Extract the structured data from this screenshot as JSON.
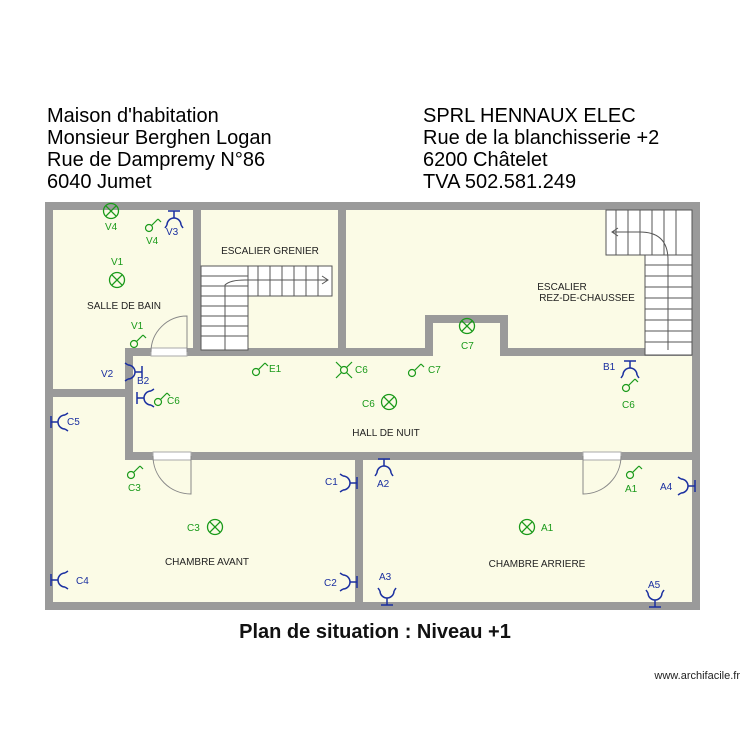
{
  "header_left": [
    "Maison d'habitation",
    "Monsieur Berghen Logan",
    "Rue de Dampremy N°86",
    "6040 Jumet"
  ],
  "header_right": [
    "SPRL HENNAUX ELEC",
    "Rue de la blanchisserie +2",
    "6200 Châtelet",
    "TVA 502.581.249"
  ],
  "rooms": {
    "salle_de_bain": "SALLE DE BAIN",
    "escalier_grenier": "ESCALIER GRENIER",
    "escalier_rdc_1": "ESCALIER",
    "escalier_rdc_2": "REZ-DE-CHAUSSEE",
    "hall_de_nuit": "HALL DE NUIT",
    "chambre_avant": "CHAMBRE AVANT",
    "chambre_arriere": "CHAMBRE ARRIERE"
  },
  "symbols": {
    "v4": "V4",
    "v3": "V3",
    "v1": "V1",
    "v2": "V2",
    "b2": "B2",
    "b1": "B1",
    "c1": "C1",
    "c2": "C2",
    "c3": "C3",
    "c4": "C4",
    "c5": "C5",
    "c6": "C6",
    "c7": "C7",
    "e1": "E1",
    "a1": "A1",
    "a2": "A2",
    "a3": "A3",
    "a4": "A4",
    "a5": "A5"
  },
  "plan_title": "Plan de situation : Niveau +1",
  "watermark": "www.archifacile.fr",
  "colors": {
    "floor": "#fbfbe6",
    "wall": "#999999",
    "green": "#1a9a1a",
    "blue": "#1a2fa0"
  }
}
